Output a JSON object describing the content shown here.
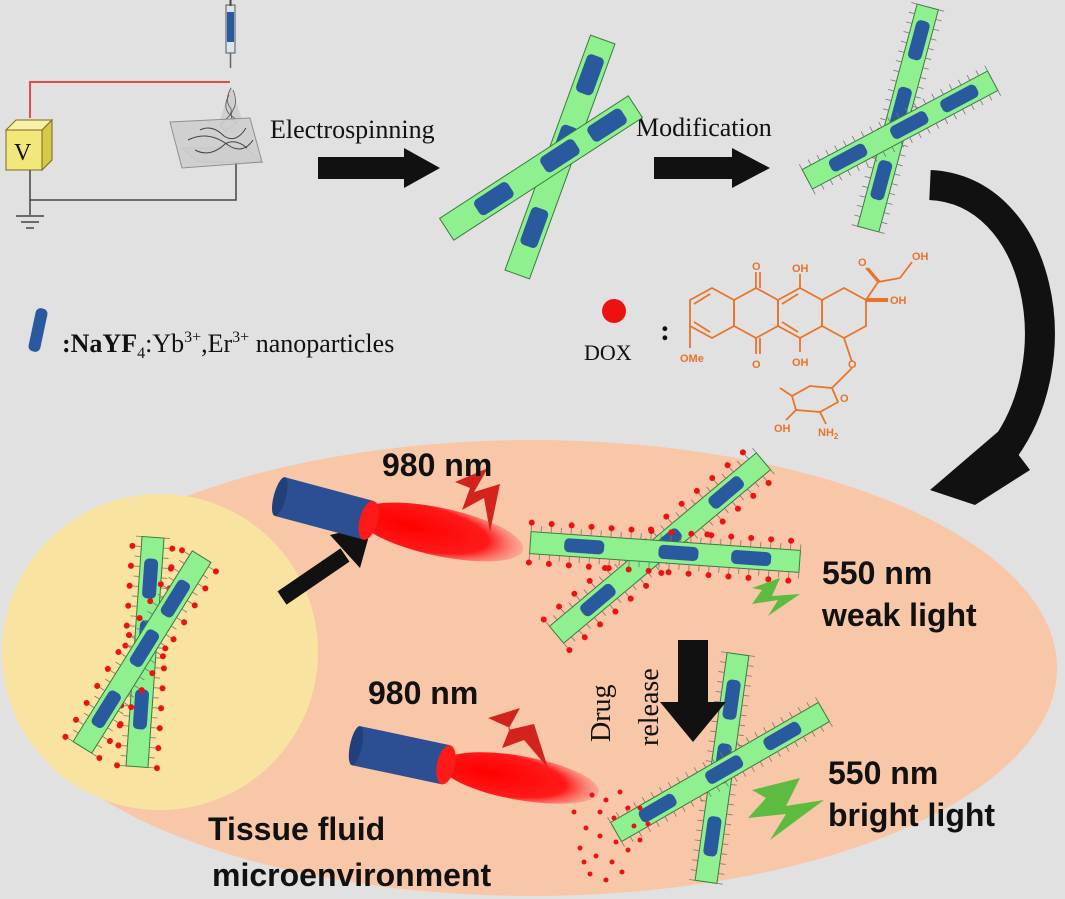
{
  "colors": {
    "background": "#e1e1e1",
    "fiber_fill": "#8ff08f",
    "fiber_stroke": "#3a7a3a",
    "nanoparticle": "#2a5a9e",
    "dox_red": "#ee1111",
    "dox_structure": "#e8742a",
    "tissue_ellipse": "#f8c7a8",
    "inner_circle": "#f9e3a0",
    "laser_body": "#2b4f92",
    "lightning_red": "#d2231d",
    "lightning_green": "#5dbb3f",
    "circuit_red_wire": "#e64a4a"
  },
  "steps": {
    "electrospinning": "Electrospinning",
    "modification": "Modification"
  },
  "voltage_label": "V",
  "legend": {
    "nanoparticle_prefix": ":NaYF",
    "sub_4": "4",
    "yb": ":Yb",
    "sup_3plus_a": "3+",
    "er": ",Er",
    "sup_3plus_b": "3+",
    "suffix": " nanoparticles",
    "dox_label": "DOX",
    "colon": ":"
  },
  "dox_structure_labels": {
    "O_top_left": "O",
    "OH_top": "OH",
    "O_ketone": "O",
    "OH_side_chain": "OH",
    "OH_ring": "OH",
    "OMe": "OMe",
    "O_bottom": "O",
    "OH_bottom": "OH",
    "O_glycoside": "O",
    "O_sugar_ring": "O",
    "OH_sugar": "OH",
    "NH2_sugar": "NH"
  },
  "lasers": {
    "top_wavelength": "980 nm",
    "bottom_wavelength": "980 nm"
  },
  "emission": {
    "weak_line1": "550 nm",
    "weak_line2": "weak light",
    "bright_line1": "550 nm",
    "bright_line2": "bright light"
  },
  "drug_release": {
    "word1": "Drug",
    "word2": "release"
  },
  "environment": {
    "line1": "Tissue fluid",
    "line2": "microenvironment"
  }
}
